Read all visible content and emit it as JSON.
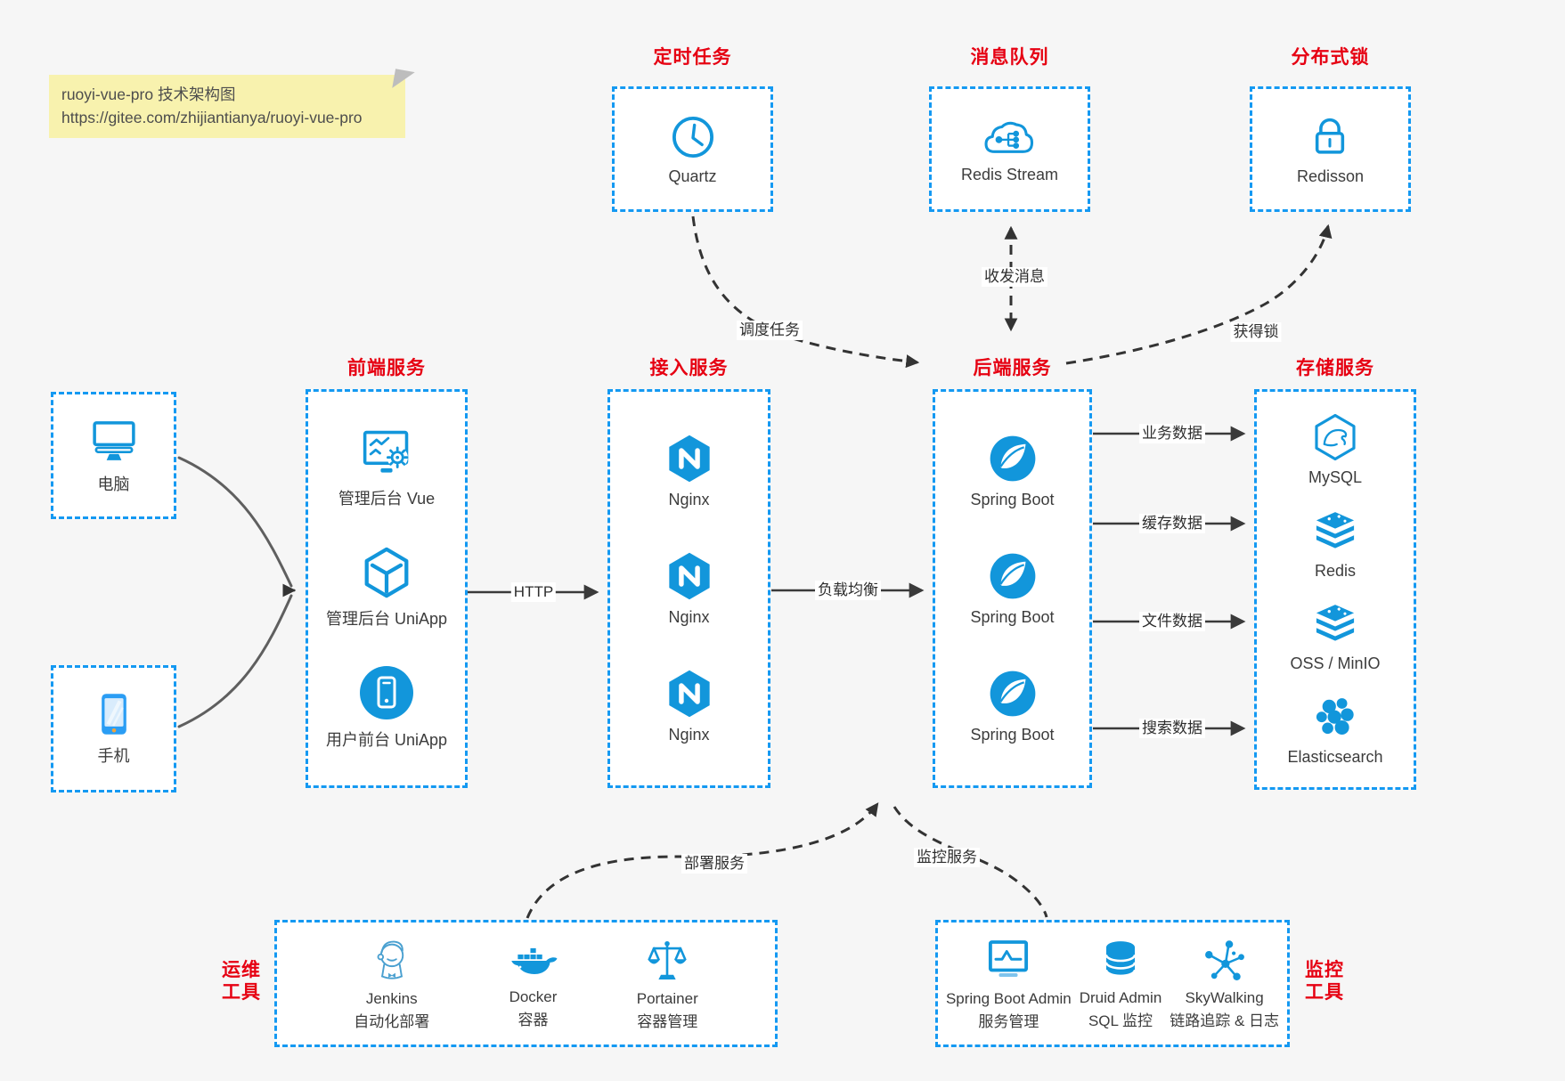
{
  "note": {
    "line1": "ruoyi-vue-pro 技术架构图",
    "line2": "https://gitee.com/zhijiantianya/ruoyi-vue-pro"
  },
  "groups": {
    "scheduled_task": {
      "title": "定时任务",
      "items": [
        {
          "label": "Quartz",
          "icon": "clock-icon"
        }
      ]
    },
    "message_queue": {
      "title": "消息队列",
      "items": [
        {
          "label": "Redis Stream",
          "icon": "cloud-stream-icon"
        }
      ]
    },
    "distributed_lock": {
      "title": "分布式锁",
      "items": [
        {
          "label": "Redisson",
          "icon": "lock-icon"
        }
      ]
    },
    "clients": {
      "items": [
        {
          "label": "电脑",
          "icon": "desktop-icon"
        },
        {
          "label": "手机",
          "icon": "smartphone-icon"
        }
      ]
    },
    "frontend": {
      "title": "前端服务",
      "items": [
        {
          "label": "管理后台 Vue",
          "icon": "monitor-gear-icon"
        },
        {
          "label": "管理后台 UniApp",
          "icon": "uniapp-cube-icon"
        },
        {
          "label": "用户前台 UniApp",
          "icon": "uniapp-user-icon"
        }
      ]
    },
    "gateway": {
      "title": "接入服务",
      "items": [
        {
          "label": "Nginx",
          "icon": "nginx-icon"
        },
        {
          "label": "Nginx",
          "icon": "nginx-icon"
        },
        {
          "label": "Nginx",
          "icon": "nginx-icon"
        }
      ]
    },
    "backend": {
      "title": "后端服务",
      "items": [
        {
          "label": "Spring Boot",
          "icon": "spring-boot-icon"
        },
        {
          "label": "Spring Boot",
          "icon": "spring-boot-icon"
        },
        {
          "label": "Spring Boot",
          "icon": "spring-boot-icon"
        }
      ]
    },
    "storage": {
      "title": "存储服务",
      "items": [
        {
          "label": "MySQL",
          "icon": "mysql-icon"
        },
        {
          "label": "Redis",
          "icon": "redis-icon"
        },
        {
          "label": "OSS / MinIO",
          "icon": "oss-minio-icon"
        },
        {
          "label": "Elasticsearch",
          "icon": "elasticsearch-icon"
        }
      ]
    },
    "ops_tools": {
      "title_line1": "运维",
      "title_line2": "工具",
      "items": [
        {
          "label": "Jenkins",
          "desc": "自动化部署",
          "icon": "jenkins-icon"
        },
        {
          "label": "Docker",
          "desc": "容器",
          "icon": "docker-icon"
        },
        {
          "label": "Portainer",
          "desc": "容器管理",
          "icon": "portainer-icon"
        }
      ]
    },
    "monitor_tools": {
      "title_line1": "监控",
      "title_line2": "工具",
      "items": [
        {
          "label": "Spring Boot Admin",
          "desc": "服务管理",
          "icon": "spring-boot-admin-icon"
        },
        {
          "label": "Druid Admin",
          "desc": "SQL 监控",
          "icon": "druid-icon"
        },
        {
          "label": "SkyWalking",
          "desc": "链路追踪 & 日志",
          "icon": "skywalking-icon"
        }
      ]
    }
  },
  "edges": {
    "http": "HTTP",
    "load_balance": "负载均衡",
    "business_data": "业务数据",
    "cache_data": "缓存数据",
    "file_data": "文件数据",
    "search_data": "搜索数据",
    "schedule_task": "调度任务",
    "send_receive_message": "收发消息",
    "acquire_lock": "获得锁",
    "deploy_service": "部署服务",
    "monitor_service": "监控服务"
  },
  "colors": {
    "icon_blue": "#1296db",
    "border_blue": "#1499f2",
    "title_red": "#e60012",
    "note_yellow": "#f8f2ae",
    "background": "#f6f6f6"
  }
}
